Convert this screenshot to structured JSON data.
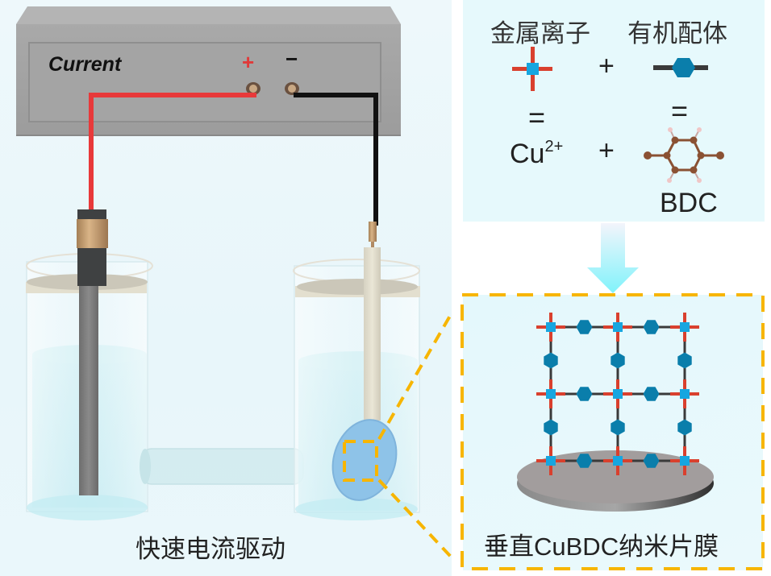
{
  "power_supply": {
    "label": "Current",
    "positive_terminal": "+",
    "negative_terminal": "−"
  },
  "legend": {
    "metal_ion_label": "金属离子",
    "organic_ligand_label": "有机配体",
    "plus_sign": "+",
    "equals_sign": "=",
    "metal_ion_formula": "Cu",
    "metal_ion_charge": "2+",
    "ligand_name": "BDC"
  },
  "captions": {
    "left": "快速电流驱动",
    "right_prefix": "垂直",
    "right_compound": "CuBDC",
    "right_suffix": "纳米片膜"
  },
  "colors": {
    "wire_positive": "#e8393a",
    "wire_negative": "#111111",
    "metal_node": "#17a6e0",
    "node_arms": "#d9402e",
    "ligand_hexagon": "#0a7eab",
    "ligand_bar": "#3a3a3a",
    "callout_dash": "#f7b500",
    "arrow": "#80f3fb",
    "bdc_atom": "#8a5133",
    "hydrogen_atom": "#f0c6c6"
  },
  "framework": {
    "node_rows": 3,
    "node_cols": 3
  }
}
